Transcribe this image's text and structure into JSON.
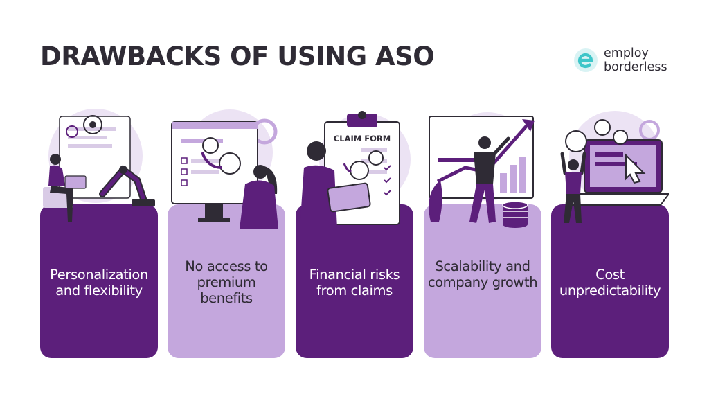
{
  "header": {
    "title": "DRAWBACKS OF USING ASO"
  },
  "logo": {
    "line1": "employ",
    "line2": "borderless"
  },
  "colors": {
    "dark_purple": "#5c1f7b",
    "light_purple": "#c4a7dd",
    "pale_purple": "#ece3f4",
    "text_dark": "#2f2b35",
    "logo_teal": "#3ec6c9"
  },
  "cards": [
    {
      "label": "Personalization and flexibility",
      "style": "dark",
      "illustration": "woman-laptop-robot-arm"
    },
    {
      "label": "No access to premium benefits",
      "style": "light",
      "illustration": "woman-monitor-checklist-coins"
    },
    {
      "label": "Financial risks from claims",
      "style": "dark",
      "illustration": "woman-tablet-claim-form",
      "form_heading": "CLAIM FORM"
    },
    {
      "label": "Scalability and company growth",
      "style": "light",
      "illustration": "man-growth-chart-coins"
    },
    {
      "label": "Cost unpredictability",
      "style": "dark",
      "illustration": "man-coins-laptop-cursor"
    }
  ]
}
